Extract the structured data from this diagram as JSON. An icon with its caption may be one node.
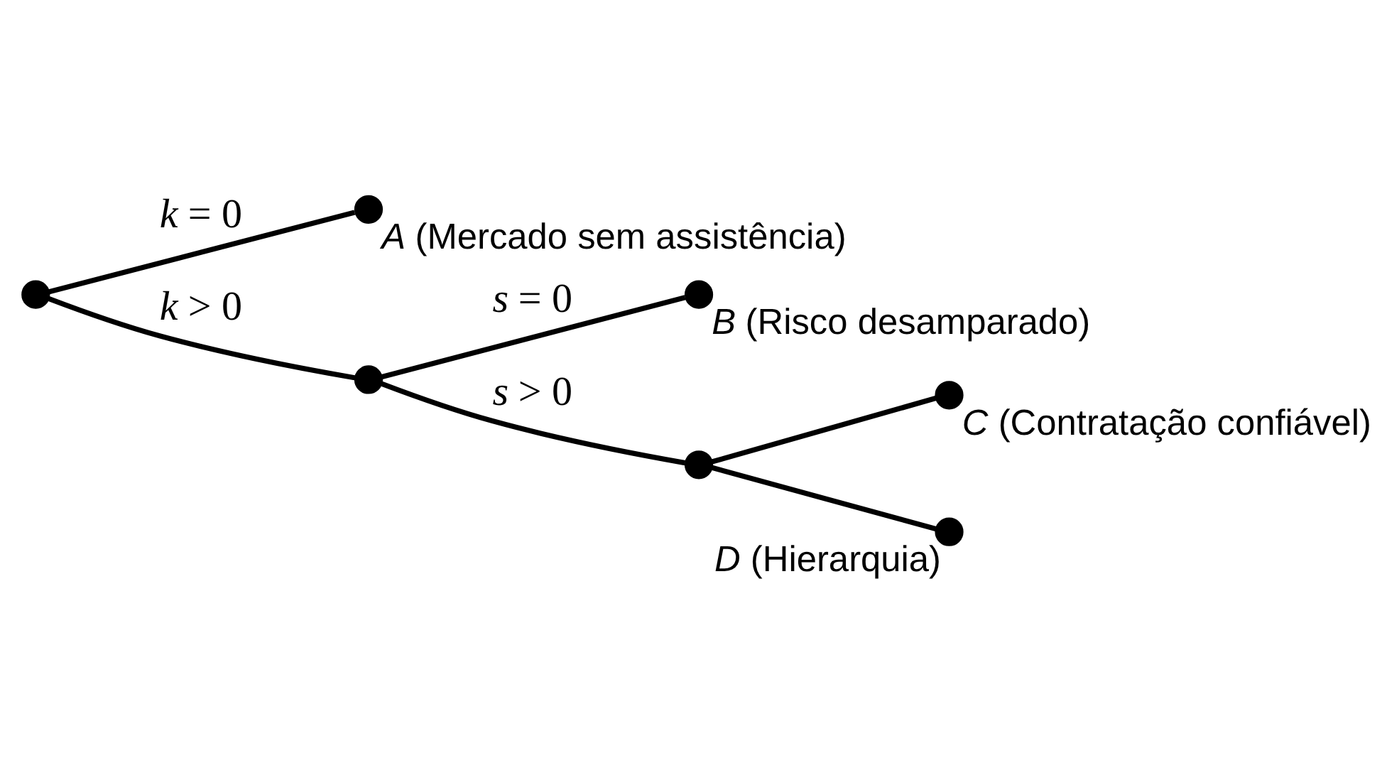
{
  "diagram": {
    "nodes": [
      {
        "text": [],
        "shape": "circle"
      },
      {
        "text": [],
        "shape": "circle",
        "beside": [
          "*A* (Mercado sem assistência)"
        ]
      },
      {
        "text": [],
        "shape": "circle"
      },
      {
        "text": [],
        "shape": "circle",
        "beside": [
          "*B* (Risco desamparado)"
        ]
      },
      {
        "text": [],
        "shape": "circle"
      },
      {
        "text": [],
        "shape": "circle",
        "beside": [
          "*C* (Contratação confiável)"
        ]
      },
      {
        "text": [],
        "shape": "circle",
        "beside": [
          "*D* (Hierarquia)"
        ]
      }
    ],
    "edges": [
      {
        "from": 0,
        "to": 1,
        "arrow": "none",
        "label": "*k* = 0"
      },
      {
        "from": 0,
        "to": 2,
        "arrow": "none",
        "label": "*k* > 0"
      },
      {
        "from": 2,
        "to": 3,
        "arrow": "none",
        "label": "*s* = 0"
      },
      {
        "from": 2,
        "to": 4,
        "arrow": "none",
        "label": "*s* > 0"
      },
      {
        "from": 4,
        "to": 5,
        "arrow": "none"
      },
      {
        "from": 4,
        "to": 6,
        "arrow": "none"
      }
    ]
  }
}
